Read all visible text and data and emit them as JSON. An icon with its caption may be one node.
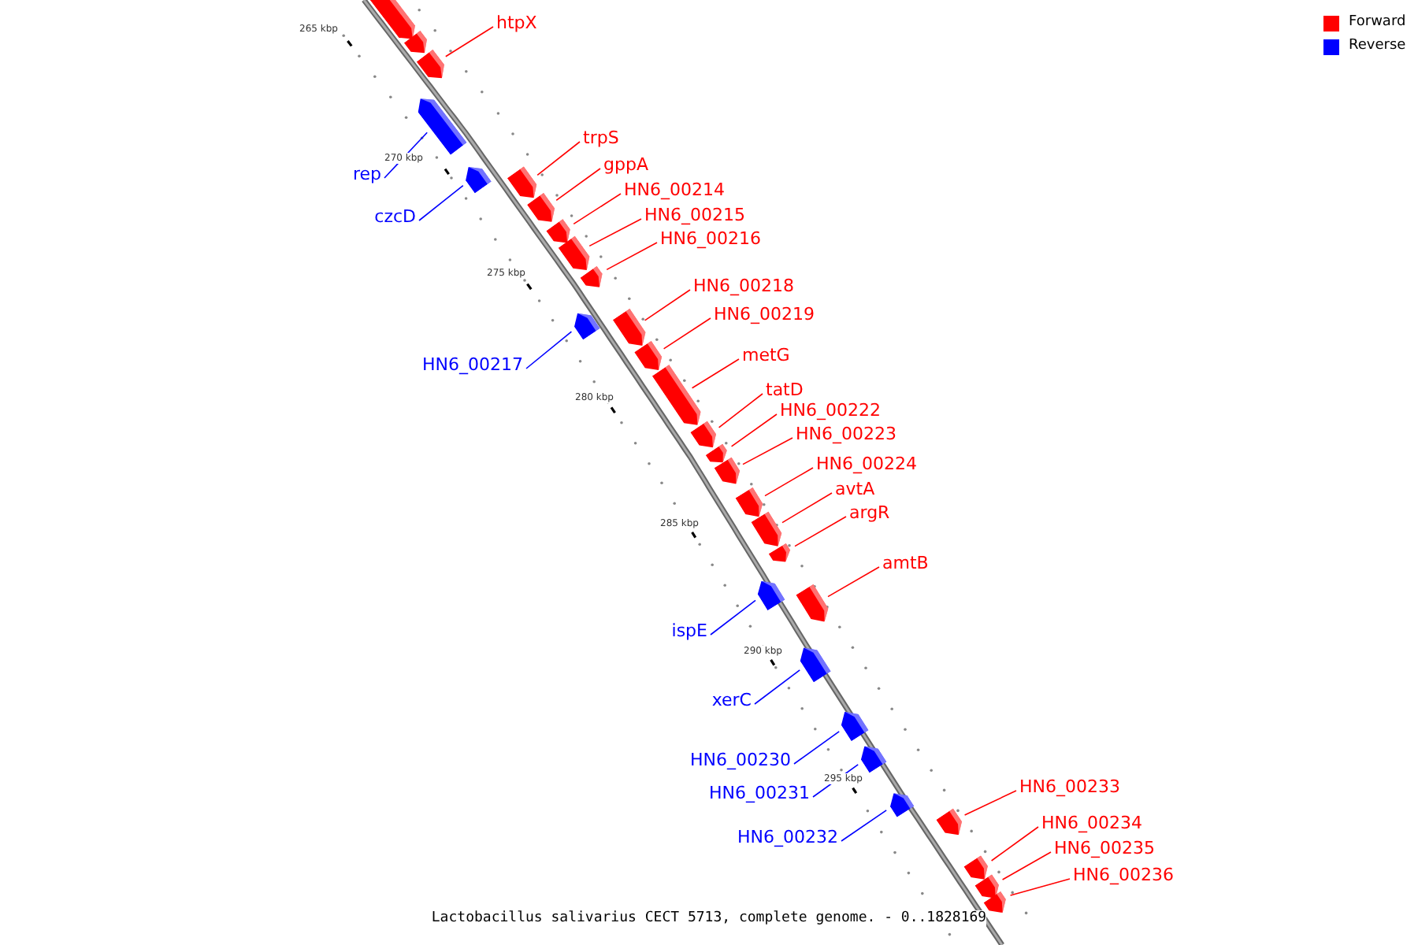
{
  "diagram": {
    "caption": "Lactobacillus salivarius CECT 5713, complete genome. - 0..1828169",
    "nodes": [
      {
        "text": [],
        "shape": "bar"
      },
      {
        "text": [],
        "shape": "bar"
      },
      {
        "text": [],
        "shape": "bar"
      },
      {
        "text": [],
        "shape": "bar"
      },
      {
        "text": [],
        "shape": "bar"
      },
      {
        "text": [],
        "shape": "bar"
      },
      {
        "text": [],
        "shape": "bar"
      },
      {
        "text": [],
        "shape": "bar"
      },
      {
        "text": [],
        "shape": "bar"
      },
      {
        "text": [],
        "shape": "bar"
      },
      {
        "text": [],
        "shape": "bar"
      },
      {
        "text": [],
        "shape": "bar"
      },
      {
        "text": [],
        "shape": "bar"
      },
      {
        "text": [],
        "shape": "bar"
      },
      {
        "text": [],
        "shape": "bar"
      },
      {
        "text": [],
        "shape": "bar"
      },
      {
        "text": [],
        "shape": "bar"
      },
      {
        "text": [],
        "shape": "bar"
      },
      {
        "text": [],
        "shape": "bar"
      },
      {
        "text": [],
        "shape": "bar"
      },
      {
        "text": [],
        "shape": "bar"
      },
      {
        "text": [],
        "shape": "bar"
      },
      {
        "text": [],
        "shape": "bar"
      },
      {
        "text": [],
        "shape": "bar"
      },
      {
        "text": [],
        "shape": "bar"
      },
      {
        "text": [],
        "shape": "bar"
      },
      {
        "text": [],
        "shape": "bar"
      },
      {
        "text": [],
        "shape": "bar"
      },
      {
        "text": [],
        "shape": "bar"
      },
      {
        "text": [],
        "shape": "bar"
      },
      {
        "text": [
          "htpX"
        ]
      },
      {
        "text": [
          "rep"
        ]
      },
      {
        "text": [
          "czcD"
        ]
      },
      {
        "text": [
          "trpS"
        ]
      },
      {
        "text": [
          "gppA"
        ]
      },
      {
        "text": [
          "HN6_00214"
        ]
      },
      {
        "text": [
          "HN6_00215"
        ]
      },
      {
        "text": [
          "HN6_00216"
        ]
      },
      {
        "text": [
          "HN6_00218"
        ]
      },
      {
        "text": [
          "HN6_00219"
        ]
      },
      {
        "text": [
          "HN6_00217"
        ]
      },
      {
        "text": [
          "metG"
        ]
      },
      {
        "text": [
          "tatD"
        ]
      },
      {
        "text": [
          "HN6_00222"
        ]
      },
      {
        "text": [
          "HN6_00223"
        ]
      },
      {
        "text": [
          "HN6_00224"
        ]
      },
      {
        "text": [
          "avtA"
        ]
      },
      {
        "text": [
          "argR"
        ]
      },
      {
        "text": [
          "amtB"
        ]
      },
      {
        "text": [
          "ispE"
        ]
      },
      {
        "text": [
          "xerC"
        ]
      },
      {
        "text": [
          "HN6_00230"
        ]
      },
      {
        "text": [
          "HN6_00231"
        ]
      },
      {
        "text": [
          "HN6_00232"
        ]
      },
      {
        "text": [
          "HN6_00233"
        ]
      },
      {
        "text": [
          "HN6_00234"
        ]
      },
      {
        "text": [
          "HN6_00235"
        ]
      },
      {
        "text": [
          "HN6_00236"
        ]
      }
    ],
    "edges": [
      {
        "from": 30,
        "to": 2,
        "arrow": "none"
      },
      {
        "from": 31,
        "to": 3,
        "arrow": "none",
        "color": "#0000ff"
      },
      {
        "from": 32,
        "to": 4,
        "arrow": "none",
        "color": "#0000ff"
      },
      {
        "from": 33,
        "to": 5,
        "arrow": "none"
      },
      {
        "from": 34,
        "to": 6,
        "arrow": "none"
      },
      {
        "from": 35,
        "to": 7,
        "arrow": "none"
      },
      {
        "from": 36,
        "to": 8,
        "arrow": "none"
      },
      {
        "from": 37,
        "to": 9,
        "arrow": "none"
      },
      {
        "from": 38,
        "to": 11,
        "arrow": "none"
      },
      {
        "from": 39,
        "to": 12,
        "arrow": "none"
      },
      {
        "from": 40,
        "to": 10,
        "arrow": "none",
        "color": "#0000ff"
      },
      {
        "from": 41,
        "to": 13,
        "arrow": "none"
      },
      {
        "from": 42,
        "to": 14,
        "arrow": "none"
      },
      {
        "from": 43,
        "to": 15,
        "arrow": "none"
      },
      {
        "from": 44,
        "to": 16,
        "arrow": "none"
      },
      {
        "from": 45,
        "to": 17,
        "arrow": "none"
      },
      {
        "from": 46,
        "to": 18,
        "arrow": "none"
      },
      {
        "from": 47,
        "to": 19,
        "arrow": "none"
      },
      {
        "from": 48,
        "to": 21,
        "arrow": "none"
      },
      {
        "from": 49,
        "to": 20,
        "arrow": "none",
        "color": "#0000ff"
      },
      {
        "from": 50,
        "to": 22,
        "arrow": "none",
        "color": "#0000ff"
      },
      {
        "from": 51,
        "to": 23,
        "arrow": "none",
        "color": "#0000ff"
      },
      {
        "from": 52,
        "to": 24,
        "arrow": "none",
        "color": "#0000ff"
      },
      {
        "from": 53,
        "to": 25,
        "arrow": "none",
        "color": "#0000ff"
      },
      {
        "from": 54,
        "to": 26,
        "arrow": "none"
      },
      {
        "from": 55,
        "to": 27,
        "arrow": "none"
      },
      {
        "from": 56,
        "to": 28,
        "arrow": "none"
      },
      {
        "from": 57,
        "to": 29,
        "arrow": "none"
      }
    ],
    "labels": [
      "265 kbp",
      "270 kbp",
      "275 kbp",
      "280 kbp",
      "285 kbp",
      "290 kbp",
      "295 kbp"
    ],
    "legend": [
      {
        "text": "Forward",
        "color": "#ff0000"
      },
      {
        "text": "Reverse",
        "color": "#0000ff"
      }
    ]
  }
}
